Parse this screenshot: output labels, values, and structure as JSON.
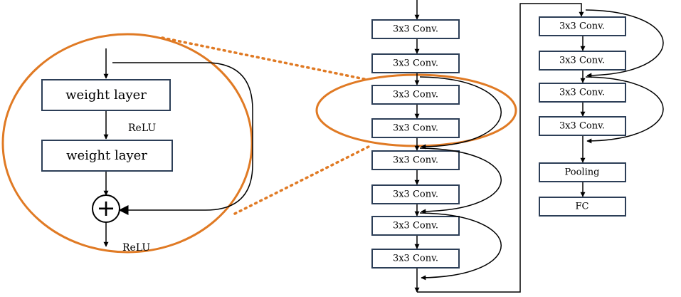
{
  "colors": {
    "highlight": "#e07a24",
    "box_border": "#2c3e57",
    "line": "#000000"
  },
  "detail": {
    "layer1": "weight layer",
    "layer2": "weight layer",
    "relu_mid": "ReLU",
    "relu_out": "ReLU",
    "add_symbol": "+"
  },
  "network": {
    "column1": [
      "3x3 Conv.",
      "3x3 Conv.",
      "3x3 Conv.",
      "3x3 Conv.",
      "3x3 Conv.",
      "3x3 Conv.",
      "3x3 Conv.",
      "3x3 Conv."
    ],
    "column2": [
      "3x3 Conv.",
      "3x3 Conv.",
      "3x3 Conv.",
      "3x3 Conv."
    ],
    "pooling": "Pooling",
    "fc": "FC"
  }
}
